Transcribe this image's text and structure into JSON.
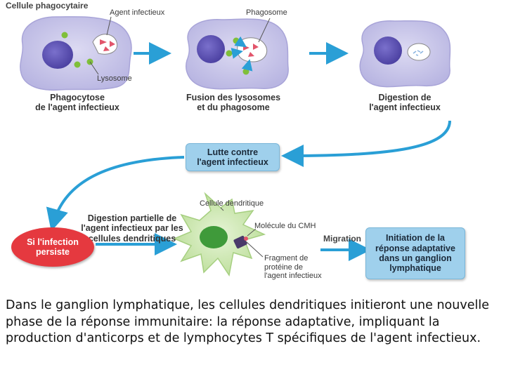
{
  "diagram": {
    "labels": {
      "phagocyte_cell": "Cellule phagocytaire",
      "infectious_agent": "Agent infectieux",
      "lysosome": "Lysosome",
      "phagosome": "Phagosome",
      "dendritic_cell": "Cellule dendritique",
      "mhc_molecule": "Molécule du CMH",
      "protein_fragment": "Fragment de\nprotéine de\nl'agent infectieux",
      "migration": "Migration"
    },
    "steps": {
      "phagocytosis": "Phagocytose\nde l'agent infectieux",
      "fusion": "Fusion des lysosomes\net du phagosome",
      "digestion": "Digestion de\nl'agent infectieux",
      "partial_digestion": "Digestion partielle de\nl'agent infectieux par les\ncellules dendritiques"
    },
    "boxes": {
      "fight": "Lutte contre\nl'agent infectieux",
      "if_persists": "Si l'infection\npersiste",
      "adaptive": "Initiation de la\nréponse adaptative\ndans un ganglion\nlymphatique"
    },
    "colors": {
      "cell_fill": "#c6c4e8",
      "nucleus": "#5a4fb0",
      "lysosome": "#7fbf3a",
      "agent": "#e2556b",
      "arrow": "#2a9fd6",
      "dendritic_fill": "#c8e6a8",
      "red_box": "#e5393f",
      "blue_box": "#9fd0ec"
    }
  },
  "caption": "Dans le ganglion lymphatique, les cellules dendritiques initieront une nouvelle phase de la réponse immunitaire: la réponse adaptative, impliquant la production d'anticorps et de lymphocytes T spécifiques de l'agent infectieux."
}
